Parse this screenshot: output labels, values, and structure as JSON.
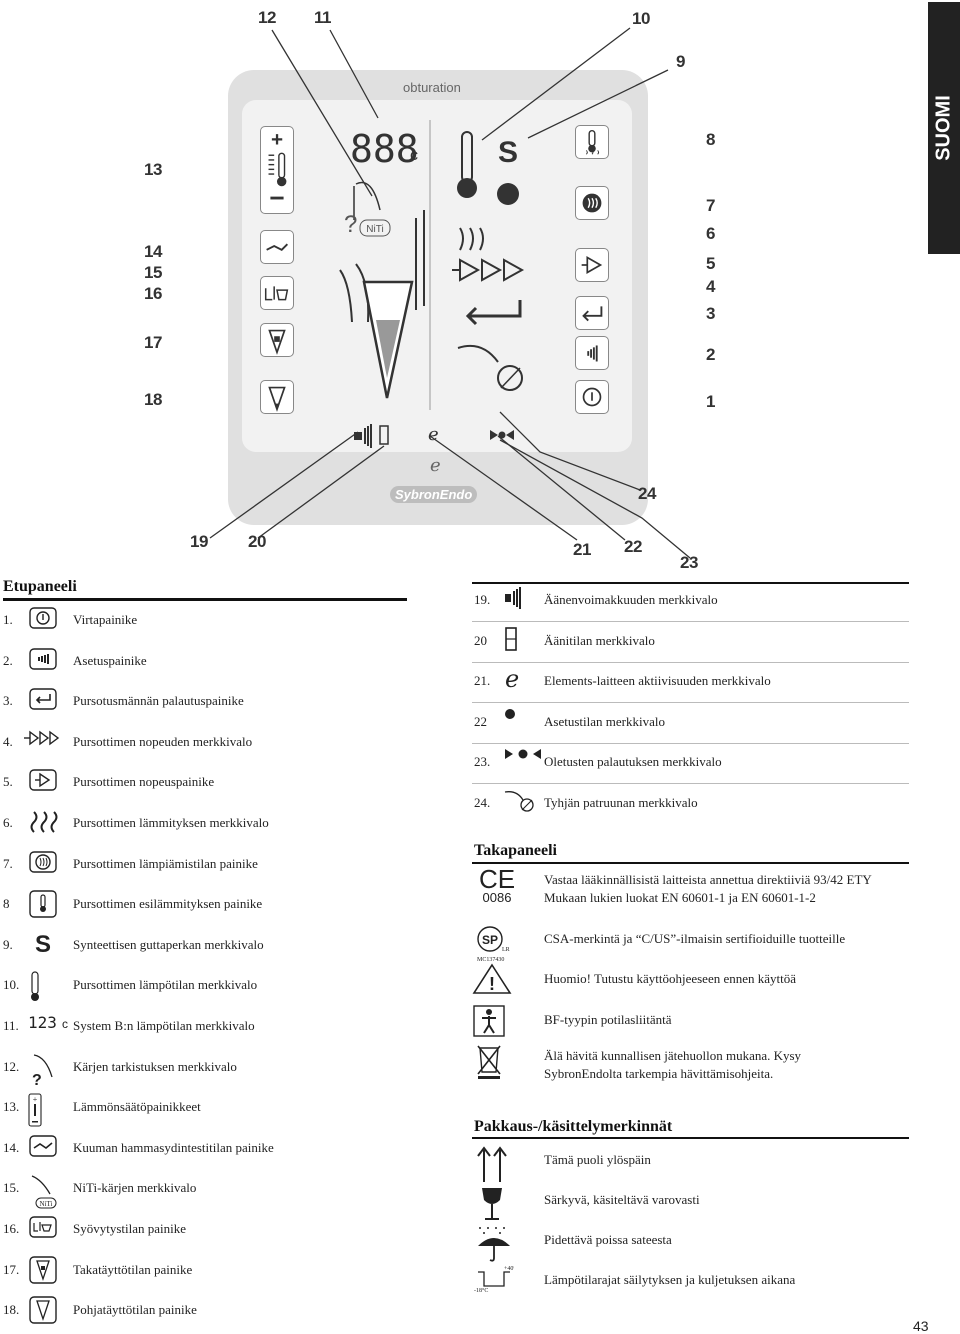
{
  "side_tab": "SUOMI",
  "panel": {
    "label": "obturation",
    "brand": "SybronEndo",
    "digits": "888",
    "niti": "NiTi",
    "callouts": {
      "c1": "1",
      "c2": "2",
      "c3": "3",
      "c4": "4",
      "c5": "5",
      "c6": "6",
      "c7": "7",
      "c8": "8",
      "c9": "9",
      "c10": "10",
      "c11": "11",
      "c12": "12",
      "c13": "13",
      "c14": "14",
      "c15": "15",
      "c16": "16",
      "c17": "17",
      "c18": "18",
      "c19": "19",
      "c20": "20",
      "c21": "21",
      "c22": "22",
      "c23": "23",
      "c24": "24"
    }
  },
  "front_panel": {
    "title": "Etupaneeli",
    "items": [
      {
        "num": "1.",
        "text": "Virtapainike",
        "icon": "power-icon"
      },
      {
        "num": "2.",
        "text": "Asetuspainike",
        "icon": "settings-bars-icon"
      },
      {
        "num": "3.",
        "text": "Pursotusmännän palautuspainike",
        "icon": "return-arrow-icon"
      },
      {
        "num": "4.",
        "text": "Pursottimen nopeuden merkkivalo",
        "icon": "triple-triangle-icon"
      },
      {
        "num": "5.",
        "text": "Pursottimen nopeuspainike",
        "icon": "speed-triangle-icon"
      },
      {
        "num": "6.",
        "text": "Pursottimen lämmityksen merkkivalo",
        "icon": "heat-waves-icon"
      },
      {
        "num": "7.",
        "text": "Pursottimen lämpiämistilan painike",
        "icon": "heat-circle-icon"
      },
      {
        "num": "8",
        "text": "Pursottimen esilämmityksen painike",
        "icon": "preheat-thermometer-icon"
      },
      {
        "num": "9.",
        "text": "Synteettisen guttaperkan merkkivalo",
        "icon": "synthetic-s-icon"
      },
      {
        "num": "10.",
        "text": "Pursottimen lämpötilan merkkivalo",
        "icon": "thermometer-icon"
      },
      {
        "num": "11.",
        "text": "System B:n lämpötilan merkkivalo",
        "icon": "digits-icon"
      },
      {
        "num": "12.",
        "text": "Kärjen tarkistuksen merkkivalo",
        "icon": "tip-check-icon"
      },
      {
        "num": "13.",
        "text": "Lämmönsäätöpainikkeet",
        "icon": "temp-adjust-icon"
      },
      {
        "num": "14.",
        "text": "Kuuman hammasydintestitilan painike",
        "icon": "pulp-test-icon"
      },
      {
        "num": "15.",
        "text": "NiTi-kärjen merkkivalo",
        "icon": "niti-tip-icon"
      },
      {
        "num": "16.",
        "text": "Syövytystilan painike",
        "icon": "etch-mode-icon"
      },
      {
        "num": "17.",
        "text": "Takatäyttötilan painike",
        "icon": "backfill-icon"
      },
      {
        "num": "18.",
        "text": "Pohjatäyttötilan painike",
        "icon": "downpack-icon"
      }
    ]
  },
  "front_panel_2": {
    "items": [
      {
        "num": "19.",
        "text": "Äänenvoimakkuuden merkkivalo",
        "icon": "volume-icon"
      },
      {
        "num": "20",
        "text": "Äänitilan merkkivalo",
        "icon": "sound-mode-icon"
      },
      {
        "num": "21.",
        "text": "Elements-laitteen aktiivisuuden merkkivalo",
        "icon": "elements-e-icon"
      },
      {
        "num": "22",
        "text": "Asetustilan merkkivalo",
        "icon": "dot-icon"
      },
      {
        "num": "23.",
        "text": "Oletusten palautuksen merkkivalo",
        "icon": "reset-defaults-icon"
      },
      {
        "num": "24.",
        "text": "Tyhjän patruunan merkkivalo",
        "icon": "empty-cartridge-icon"
      }
    ]
  },
  "back_panel": {
    "title": "Takapaneeli",
    "ce_number": "0086",
    "csa_text": "LR\nMC137430",
    "items": [
      {
        "text": "Vastaa lääkinnällisistä laitteista annettua direktiiviä 93/42 ETY",
        "text2": "Mukaan lukien luokat EN 60601-1 ja EN 60601-1-2",
        "icon": "ce-mark-icon"
      },
      {
        "text": "CSA-merkintä ja “C/US”-ilmaisin sertifioiduille tuotteille",
        "icon": "csa-mark-icon"
      },
      {
        "text": "Huomio! Tutustu käyttöohjeeseen ennen käyttöä",
        "icon": "warning-icon"
      },
      {
        "text": "BF-tyypin potilasliitäntä",
        "icon": "bf-patient-icon"
      },
      {
        "text": "Älä hävitä kunnallisen jätehuollon mukana. Kysy",
        "text2": "SybronEndolta tarkempia hävittämisohjeita.",
        "icon": "weee-bin-icon"
      }
    ]
  },
  "packaging": {
    "title": "Pakkaus-/käsittelymerkinnät",
    "temp_high": "+40°C",
    "temp_low": "-18°C",
    "items": [
      {
        "text": "Tämä puoli ylöspäin",
        "icon": "this-side-up-icon"
      },
      {
        "text": "Särkyvä, käsiteltävä varovasti",
        "icon": "fragile-icon"
      },
      {
        "text": "Pidettävä poissa sateesta",
        "icon": "keep-dry-icon"
      },
      {
        "text": "Lämpötilarajat säilytyksen ja kuljetuksen aikana",
        "icon": "temperature-limits-icon"
      }
    ]
  },
  "page_number": "43"
}
